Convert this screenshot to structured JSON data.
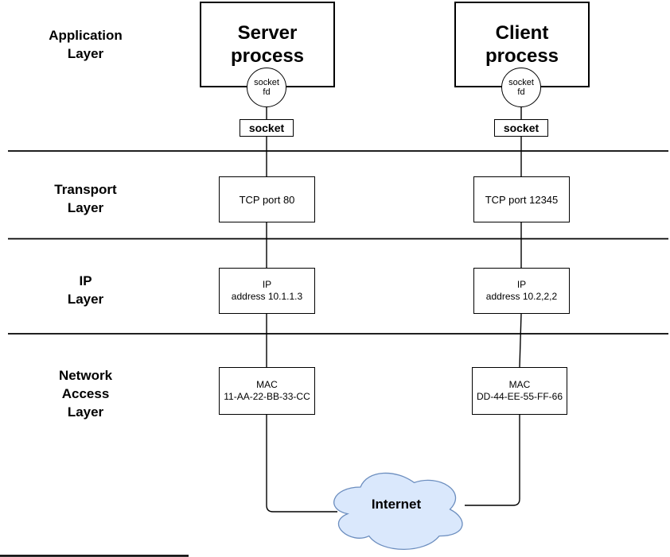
{
  "colors": {
    "line": "#000000",
    "box_border": "#000000",
    "box_fill": "#ffffff",
    "cloud_fill": "#dae8fc",
    "cloud_border": "#6c8ebf"
  },
  "layer_labels": {
    "application": "Application\nLayer",
    "transport": "Transport\nLayer",
    "ip": "IP\nLayer",
    "network_access": "Network\nAccess\nLayer"
  },
  "server": {
    "process": "Server\nprocess",
    "socket_fd": "socket\nfd",
    "socket": "socket",
    "tcp": "TCP port 80",
    "ip": "IP\naddress 10.1.1.3",
    "mac": "MAC\n11-AA-22-BB-33-CC"
  },
  "client": {
    "process": "Client\nprocess",
    "socket_fd": "socket\nfd",
    "socket": "socket",
    "tcp": "TCP port 12345",
    "ip": "IP\naddress 10.2,2,2",
    "mac": "MAC\nDD-44-EE-55-FF-66"
  },
  "internet": {
    "label": "Internet"
  }
}
